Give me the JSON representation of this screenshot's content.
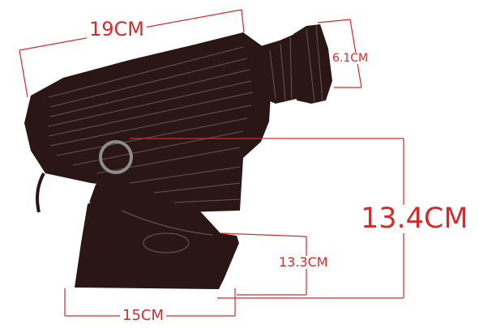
{
  "colors": {
    "dimension": "#d42a2a",
    "body": "#2a1614",
    "detail": "#6e5b58",
    "ring": "#8c8c8c"
  },
  "dimensions": {
    "length": "19CM",
    "lens_diameter": "6.1CM",
    "total_height": "13.4CM",
    "base_height": "13.3CM",
    "base_width": "15CM"
  }
}
